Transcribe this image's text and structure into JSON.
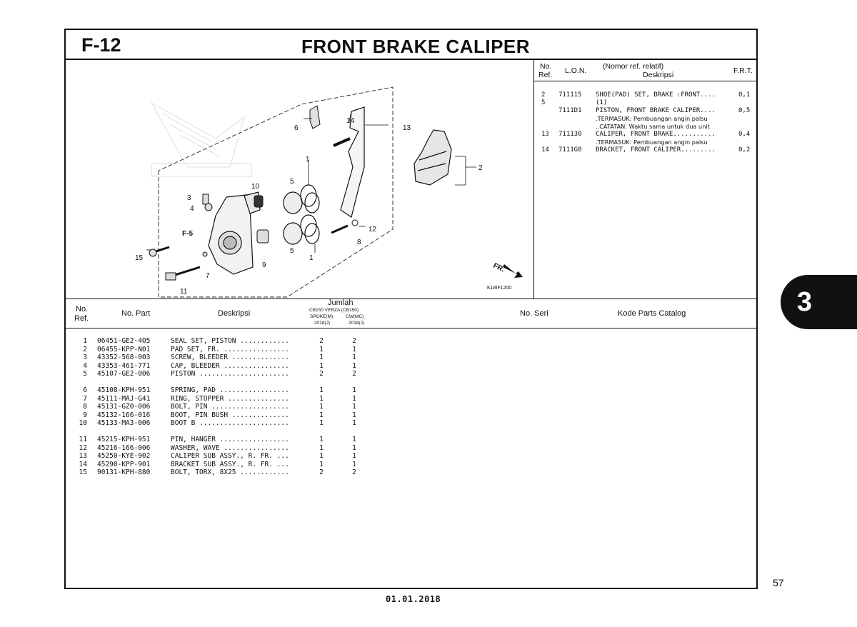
{
  "header": {
    "code": "F-12",
    "title": "FRONT BRAKE CALIPER"
  },
  "diagram": {
    "figure_code": "K18IF1200",
    "fr_label": "FR.",
    "f5_label": "F-5",
    "callouts": [
      "1",
      "1",
      "2",
      "3",
      "4",
      "5",
      "5",
      "6",
      "7",
      "8",
      "9",
      "10",
      "11",
      "12",
      "13",
      "14",
      "15",
      "15"
    ]
  },
  "ref_table": {
    "headers": {
      "no": "No.",
      "ref": "Ref.",
      "lon": "L.O.N.",
      "desc_top": "(Nomor ref. relatif)",
      "desc_bottom": "Deskripsi",
      "frt": "F.R.T."
    },
    "rows": [
      {
        "ref": "2",
        "lon": "711115",
        "desc": "SHOE(PAD) SET, BRAKE :FRONT....",
        "frt": "0,1"
      },
      {
        "ref": "5",
        "lon": "",
        "desc": "(1)",
        "frt": ""
      },
      {
        "ref": "",
        "lon": "7111D1",
        "desc": "PISTON, FRONT BRAKE CALIPER....",
        "frt": "0,5"
      },
      {
        "ref": "",
        "lon": "",
        "desc": ".TERMASUK: Pembuangan angin palsu",
        "frt": "",
        "note": true
      },
      {
        "ref": "",
        "lon": "",
        "desc": "..CATATAN: Waktu sama untuk dua unit",
        "frt": "",
        "note": true
      },
      {
        "ref": "13",
        "lon": "711130",
        "desc": "CALIPER, FRONT BRAKE...........",
        "frt": "0,4"
      },
      {
        "ref": "",
        "lon": "",
        "desc": ".TERMASUK: Pembuangan angin palsu",
        "frt": "",
        "note": true
      },
      {
        "ref": "14",
        "lon": "7111G0",
        "desc": "BRACKET, FRONT CALIPER.........",
        "frt": "0,2"
      }
    ]
  },
  "parts_header": {
    "no": "No.",
    "ref": "Ref.",
    "part": "No. Part",
    "desc": "Deskripsi",
    "jumlah": "Jumlah",
    "model": "CB150 VERZA (CB150)",
    "col1": "SPOKE(M)",
    "col2": "CW(MC)",
    "year1": "2018(J)",
    "year2": "2018(J)",
    "seri": "No. Seri",
    "catalog": "Kode Parts Catalog"
  },
  "parts": [
    {
      "ref": "1",
      "no": "06451-GE2-405",
      "desc": "SEAL SET, PISTON ............",
      "q1": "2",
      "q2": "2"
    },
    {
      "ref": "2",
      "no": "06455-KPP-N01",
      "desc": "PAD SET, FR. ................",
      "q1": "1",
      "q2": "1"
    },
    {
      "ref": "3",
      "no": "43352-568-003",
      "desc": "SCREW, BLEEDER ..............",
      "q1": "1",
      "q2": "1"
    },
    {
      "ref": "4",
      "no": "43353-461-771",
      "desc": "CAP, BLEEDER ................",
      "q1": "1",
      "q2": "1"
    },
    {
      "ref": "5",
      "no": "45107-GE2-006",
      "desc": "PISTON ......................",
      "q1": "2",
      "q2": "2"
    },
    {
      "ref": "6",
      "no": "45108-KPH-951",
      "desc": "SPRING, PAD .................",
      "q1": "1",
      "q2": "1"
    },
    {
      "ref": "7",
      "no": "45111-MAJ-G41",
      "desc": "RING, STOPPER ...............",
      "q1": "1",
      "q2": "1"
    },
    {
      "ref": "8",
      "no": "45131-GZ0-006",
      "desc": "BOLT, PIN ...................",
      "q1": "1",
      "q2": "1"
    },
    {
      "ref": "9",
      "no": "45132-166-016",
      "desc": "BOOT, PIN BUSH ..............",
      "q1": "1",
      "q2": "1"
    },
    {
      "ref": "10",
      "no": "45133-MA3-006",
      "desc": "BOOT B ......................",
      "q1": "1",
      "q2": "1"
    },
    {
      "ref": "11",
      "no": "45215-KPH-951",
      "desc": "PIN, HANGER .................",
      "q1": "1",
      "q2": "1"
    },
    {
      "ref": "12",
      "no": "45216-166-006",
      "desc": "WASHER, WAVE ................",
      "q1": "1",
      "q2": "1"
    },
    {
      "ref": "13",
      "no": "45250-KYE-902",
      "desc": "CALIPER SUB ASSY., R. FR. ...",
      "q1": "1",
      "q2": "1"
    },
    {
      "ref": "14",
      "no": "45290-KPP-901",
      "desc": "BRACKET SUB ASSY., R. FR. ...",
      "q1": "1",
      "q2": "1"
    },
    {
      "ref": "15",
      "no": "90131-KPH-880",
      "desc": "BOLT, TORX, 8X25 ............",
      "q1": "2",
      "q2": "2"
    }
  ],
  "section_tab": "3",
  "page_number": "57",
  "footer_date": "01.01.2018"
}
